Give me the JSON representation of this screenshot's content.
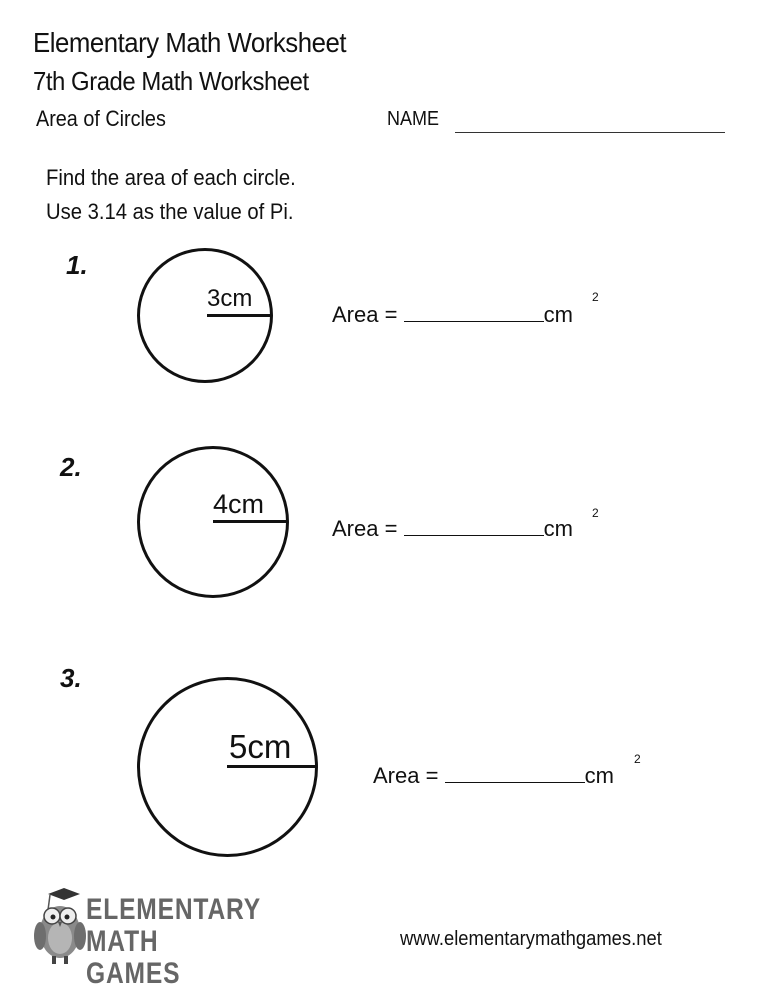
{
  "header": {
    "title": "Elementary Math Worksheet",
    "subtitle": "7th Grade Math Worksheet",
    "topic": "Area of Circles",
    "name_label": "NAME"
  },
  "instructions": {
    "line1": "Find the area of each circle.",
    "line2": "Use 3.14 as the value of Pi."
  },
  "problems": [
    {
      "number": "1.",
      "radius_label": "3cm",
      "area_label": "Area =",
      "unit": "cm",
      "exponent": "2"
    },
    {
      "number": "2.",
      "radius_label": "4cm",
      "area_label": "Area =",
      "unit": "cm",
      "exponent": "2"
    },
    {
      "number": "3.",
      "radius_label": "5cm",
      "area_label": "Area =",
      "unit": "cm",
      "exponent": "2"
    }
  ],
  "footer": {
    "logo_line1": "ELEMENTARY",
    "logo_line2": "MATH GAMES",
    "logo_icon": "owl-graduate-icon",
    "url": "www.elementarymathgames.net"
  }
}
